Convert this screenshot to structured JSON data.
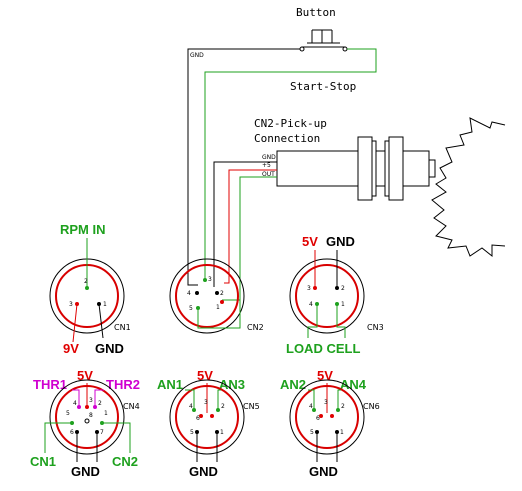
{
  "colors": {
    "green": "#1ea11e",
    "red": "#e00000",
    "magenta": "#d000d0",
    "ring_red": "#d80000",
    "black": "#000000"
  },
  "button": {
    "title": "Button",
    "label": "Start-Stop",
    "gnd": "GND"
  },
  "pickup": {
    "title_line1": "CN2-Pick-up",
    "title_line2": "Connection",
    "gnd": "GND",
    "plus5": "+5",
    "out": "OUT"
  },
  "cn1": {
    "name": "CN1",
    "top_label": "RPM IN",
    "label_9v": "9V",
    "label_gnd": "GND",
    "pins": [
      "1",
      "2",
      "3"
    ]
  },
  "cn2": {
    "name": "CN2",
    "pins": [
      "1",
      "2",
      "3",
      "4",
      "5"
    ]
  },
  "cn3": {
    "name": "CN3",
    "label_5v": "5V",
    "label_gnd": "GND",
    "bottom_label": "LOAD CELL",
    "pins": [
      "1",
      "2",
      "3",
      "4"
    ]
  },
  "cn4": {
    "name": "CN4",
    "label_5v": "5V",
    "thr1": "THR1",
    "thr2": "THR2",
    "cn1": "CN1",
    "cn2": "CN2",
    "gnd": "GND",
    "pins": [
      "1",
      "2",
      "3",
      "4",
      "5",
      "6",
      "7",
      "8"
    ]
  },
  "cn5": {
    "name": "CN5",
    "label_5v": "5V",
    "an1": "AN1",
    "an3": "AN3",
    "gnd": "GND",
    "pins": [
      "1",
      "2",
      "3",
      "4",
      "5",
      "6"
    ]
  },
  "cn6": {
    "name": "CN6",
    "label_5v": "5V",
    "an2": "AN2",
    "an4": "AN4",
    "gnd": "GND",
    "pins": [
      "1",
      "2",
      "3",
      "4",
      "5",
      "6"
    ]
  }
}
